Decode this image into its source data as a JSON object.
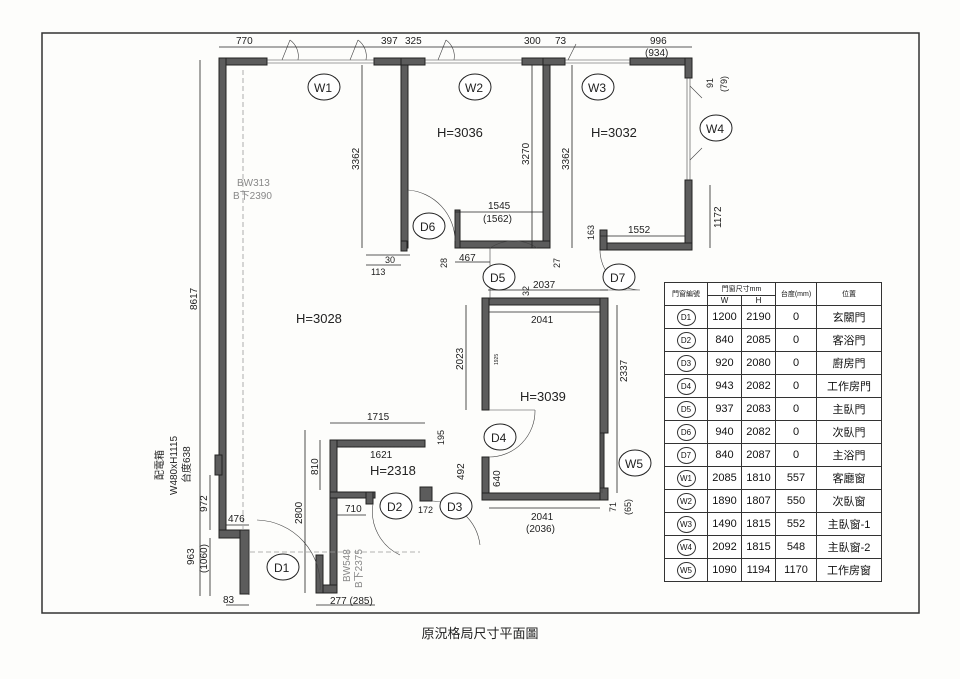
{
  "caption": "原況格局尺寸平面圖",
  "rooms": {
    "living": "H=3028",
    "bedroom2": "H=3036",
    "master": "H=3032",
    "study": "H=3039",
    "bath": "H=2318"
  },
  "beams": {
    "bw1_a": "BW313",
    "bw1_b": "B下2390",
    "bw2_a": "BW548",
    "bw2_b": "B下2375"
  },
  "panel": {
    "line1": "配電箱",
    "line2": "W480xH1115",
    "line3": "台度638"
  },
  "tags": {
    "W1": "W1",
    "W2": "W2",
    "W3": "W3",
    "W4": "W4",
    "W5": "W5",
    "D1": "D1",
    "D2": "D2",
    "D3": "D3",
    "D4": "D4",
    "D5": "D5",
    "D6": "D6",
    "D7": "D7"
  },
  "dims": {
    "t770": "770",
    "t397": "397",
    "t325": "325",
    "t300": "300",
    "t73": "73",
    "t996": "996",
    "t934": "(934)",
    "t91": "91",
    "t79": "(79)",
    "v3362a": "3362",
    "v3270": "3270",
    "v3362b": "3362",
    "v1172": "1172",
    "h1545": "1545",
    "h1562": "(1562)",
    "h1552": "1552",
    "v163": "163",
    "h30": "30",
    "h113": "113",
    "v28": "28",
    "h467": "467",
    "v27": "27",
    "v32": "32",
    "h2037": "2037",
    "h2041a": "2041",
    "v2023": "2023",
    "v2337": "2337",
    "v8617": "8617",
    "h1715": "1715",
    "h1621": "1621",
    "v810": "810",
    "v195": "195",
    "v2800": "2800",
    "h710": "710",
    "h172": "172",
    "v492": "492",
    "v640": "640",
    "h2041b": "2041",
    "h2036": "(2036)",
    "v71": "71",
    "v65": "(65)",
    "v972": "972",
    "h476": "476",
    "v963": "963",
    "v1060": "(1060)",
    "h83": "83",
    "h277": "277 (285)",
    "vsmall": "1925"
  },
  "schedule": {
    "headers": {
      "code": "門窗編號",
      "size": "門窗尺寸mm",
      "w": "W",
      "h": "H",
      "sill": "台度(mm)",
      "loc": "位置"
    },
    "rows": [
      {
        "id": "D1",
        "w": "1200",
        "h": "2190",
        "sill": "0",
        "loc": "玄關門"
      },
      {
        "id": "D2",
        "w": "840",
        "h": "2085",
        "sill": "0",
        "loc": "客浴門"
      },
      {
        "id": "D3",
        "w": "920",
        "h": "2080",
        "sill": "0",
        "loc": "廚房門"
      },
      {
        "id": "D4",
        "w": "943",
        "h": "2082",
        "sill": "0",
        "loc": "工作房門"
      },
      {
        "id": "D5",
        "w": "937",
        "h": "2083",
        "sill": "0",
        "loc": "主臥門"
      },
      {
        "id": "D6",
        "w": "940",
        "h": "2082",
        "sill": "0",
        "loc": "次臥門"
      },
      {
        "id": "D7",
        "w": "840",
        "h": "2087",
        "sill": "0",
        "loc": "主浴門"
      },
      {
        "id": "W1",
        "w": "2085",
        "h": "1810",
        "sill": "557",
        "loc": "客廳窗"
      },
      {
        "id": "W2",
        "w": "1890",
        "h": "1807",
        "sill": "550",
        "loc": "次臥窗"
      },
      {
        "id": "W3",
        "w": "1490",
        "h": "1815",
        "sill": "552",
        "loc": "主臥窗-1"
      },
      {
        "id": "W4",
        "w": "2092",
        "h": "1815",
        "sill": "548",
        "loc": "主臥窗-2"
      },
      {
        "id": "W5",
        "w": "1090",
        "h": "1194",
        "sill": "1170",
        "loc": "工作房窗"
      }
    ]
  }
}
